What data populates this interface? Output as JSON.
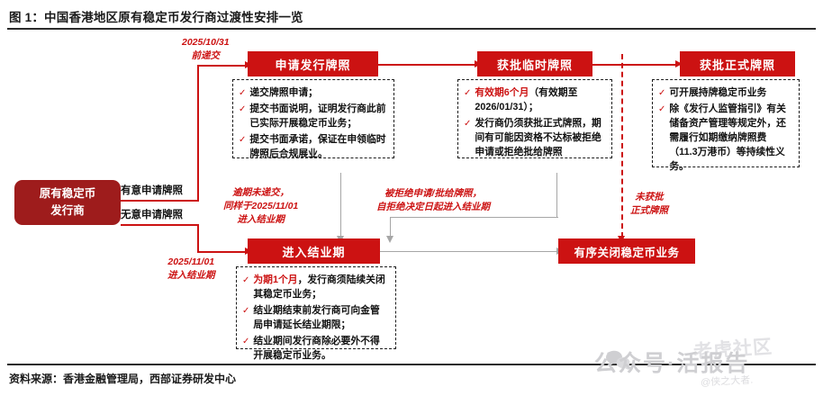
{
  "figure": {
    "title": "图 1：中国香港地区原有稳定币发行商过渡性安排一览",
    "source": "资料来源：香港金融管理局，西部证券研发中心"
  },
  "colors": {
    "header_red": "#cc1212",
    "origin_red": "#9e1c1c",
    "connector_gray": "#a6a6a6",
    "text_dark": "#111111"
  },
  "nodes": {
    "origin": "原有稳定币\n发行商",
    "apply_license": "申请发行牌照",
    "temp_license": "获批临时牌照",
    "formal_license": "获批正式牌照",
    "winddown": "进入结业期",
    "orderly_close": "有序关闭稳定币业务"
  },
  "branches": {
    "intends": "有意申请牌照",
    "not_intends": "无意申请牌照"
  },
  "annotations": {
    "submit_deadline": {
      "date": "2025/10/31",
      "text": "前递交"
    },
    "enter_winddown": {
      "date": "2025/11/01",
      "text": "进入结业期"
    },
    "overdue": {
      "line1": "逾期未递交，",
      "line2": "同样于2025/11/01",
      "line3": "进入结业期"
    },
    "rejected": {
      "line1": "被拒绝申请/批给牌照，",
      "line2": "自拒绝决定日起进入结业期"
    },
    "no_formal": {
      "line1": "未获批",
      "line2": "正式牌照"
    }
  },
  "details": {
    "apply_license": [
      {
        "text": "递交牌照申请；"
      },
      {
        "text": "提交书面说明，证明发行商此前已实际开展稳定币业务；"
      },
      {
        "text": "提交书面承诺，保证在申领临时牌照后合规展业。"
      }
    ],
    "temp_license": [
      {
        "pre": "",
        "hl": "有效期6个月",
        "post": "（有效期至2026/01/31）；"
      },
      {
        "pre": "发行商仍须获批正式牌照，期间有可能因资格不达标被拒绝申请或拒绝批给牌照",
        "hl": "",
        "post": ""
      }
    ],
    "formal_license": [
      {
        "text": "可开展持牌稳定币业务"
      },
      {
        "text": "除《发行人监管指引》有关储备资产管理等规定外，还需履行如期缴纳牌照费（11.3万港币）等持续性义务。"
      }
    ],
    "winddown": [
      {
        "pre": "",
        "hl": "为期1个月",
        "post": "，发行商须陆续关闭其稳定币业务；"
      },
      {
        "pre": "结业期结束前发行商可向金管局申请延长结业期限；",
        "hl": "",
        "post": ""
      },
      {
        "pre": "结业期间发行商除必要外不得开展稳定币业务。",
        "hl": "",
        "post": ""
      }
    ]
  },
  "watermark": {
    "main": "公众号·活报告",
    "tiger_line1": "老虎社区",
    "handle": "@侠之大者."
  }
}
